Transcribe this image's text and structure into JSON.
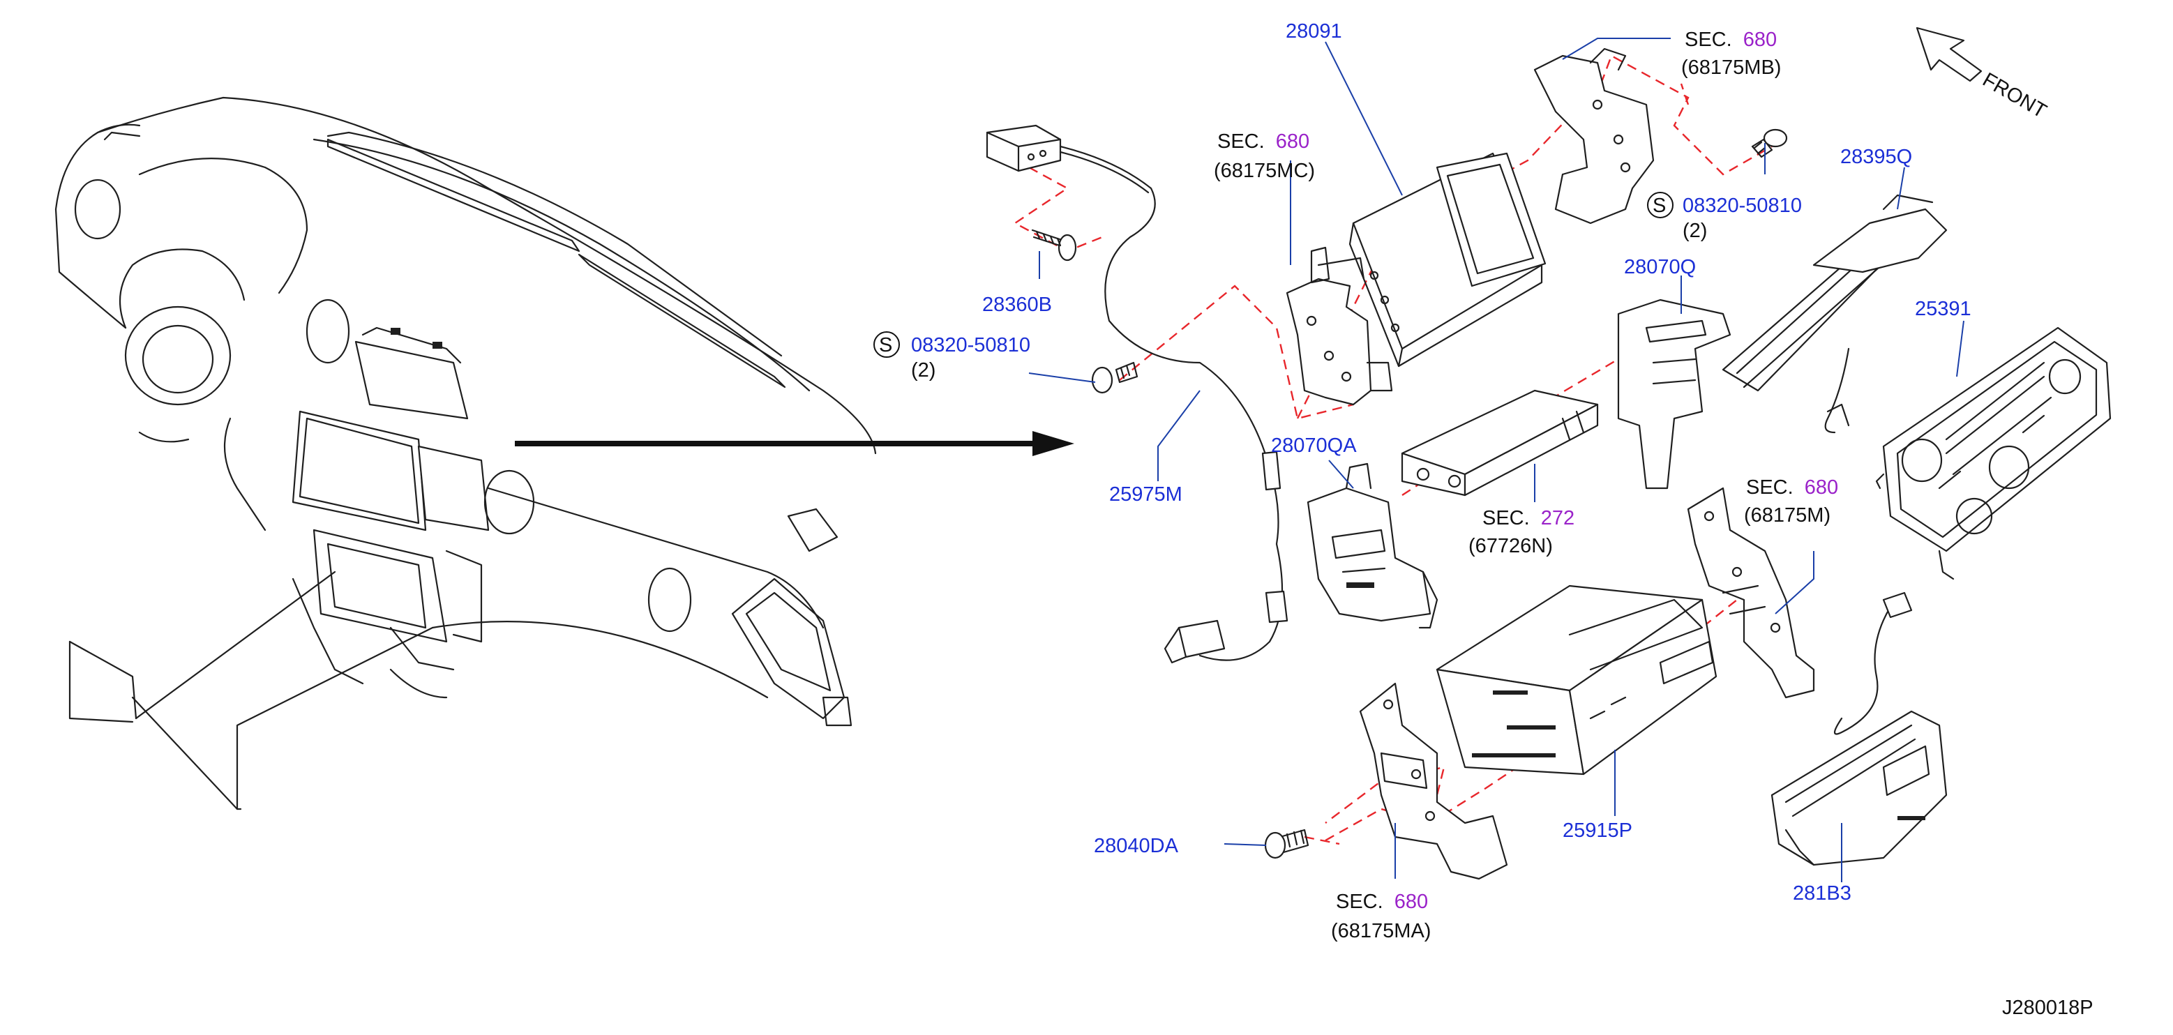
{
  "colors": {
    "part_number": "#1b2fd6",
    "section_number": "#9a22c9",
    "text": "#111111",
    "dashed_connector": "#e8262b",
    "leader_line": "#1a3fa8",
    "outline": "#1f1f1f"
  },
  "direction": {
    "label": "FRONT",
    "icon": "arrow-outline-icon"
  },
  "diagram_id": "J280018P",
  "screw_symbol": "S",
  "labels": {
    "p28091": "28091",
    "sec_mb_word": "SEC.",
    "sec_mb_num": "680",
    "sec_mb_code": "(68175MB)",
    "sec_mc_word": "SEC.",
    "sec_mc_num": "680",
    "sec_mc_code": "(68175MC)",
    "p28395Q": "28395Q",
    "screw_r_pn": "08320-50810",
    "screw_r_qty": "(2)",
    "p28360B": "28360B",
    "screw_l_pn": "08320-50810",
    "screw_l_qty": "(2)",
    "p28070Q": "28070Q",
    "p25391": "25391",
    "p28070QA": "28070QA",
    "p25975M": "25975M",
    "sec_272_word": "SEC.",
    "sec_272_num": "272",
    "sec_272_code": "(67726N)",
    "sec_m_word": "SEC.",
    "sec_m_num": "680",
    "sec_m_code": "(68175M)",
    "p28040DA": "28040DA",
    "p25915P": "25915P",
    "p281B3": "281B3",
    "sec_ma_word": "SEC.",
    "sec_ma_num": "680",
    "sec_ma_code": "(68175MA)"
  }
}
